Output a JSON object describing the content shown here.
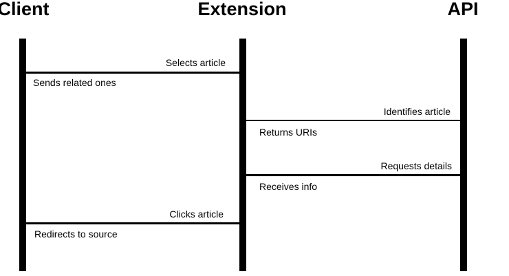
{
  "diagram": {
    "type": "sequence-diagram",
    "background_color": "#ffffff",
    "foreground_color": "#000000",
    "actors": [
      {
        "name": "Client"
      },
      {
        "name": "Extension"
      },
      {
        "name": "API"
      }
    ],
    "messages": [
      {
        "from": "Client",
        "to": "Extension",
        "label_above": "Selects article",
        "label_below": "Sends related ones"
      },
      {
        "from": "Extension",
        "to": "API",
        "label_above": "Identifies article",
        "label_below": "Returns URIs"
      },
      {
        "from": "Extension",
        "to": "API",
        "label_above": "Requests details",
        "label_below": "Receives info"
      },
      {
        "from": "Client",
        "to": "Extension",
        "label_above": "Clicks article",
        "label_below": "Redirects to source"
      }
    ]
  }
}
